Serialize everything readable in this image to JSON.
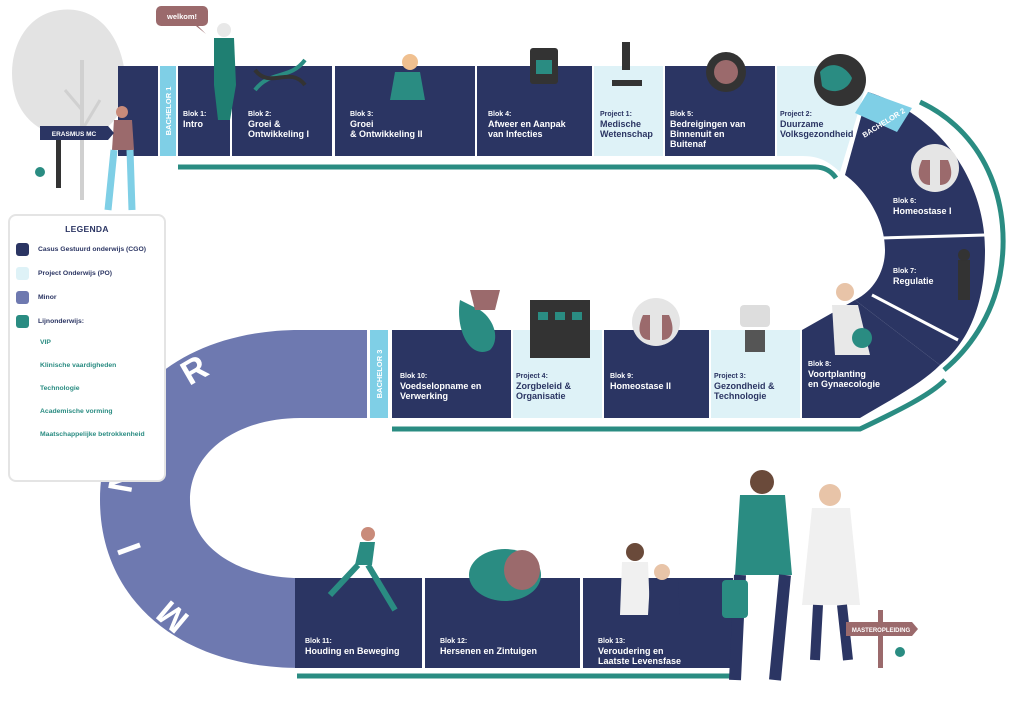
{
  "welcome": "welkom!",
  "signs": {
    "erasmus": "ERASMUS MC",
    "master": "MASTEROPLEIDING"
  },
  "bachelors": {
    "b1": "BACHELOR 1",
    "b2": "BACHELOR 2",
    "b3": "BACHELOR 3"
  },
  "minor": "MINOR",
  "blocks": {
    "blok1": {
      "label": "Blok 1:",
      "line1": "Intro",
      "line2": "",
      "line3": ""
    },
    "blok2": {
      "label": "Blok 2:",
      "line1": "Groei &",
      "line2": "Ontwikkeling I",
      "line3": ""
    },
    "blok3": {
      "label": "Blok 3:",
      "line1": "Groei",
      "line2": "& Ontwikkeling II",
      "line3": ""
    },
    "blok4": {
      "label": "Blok 4:",
      "line1": "Afweer en Aanpak",
      "line2": "van Infecties",
      "line3": ""
    },
    "project1": {
      "label": "Project 1:",
      "line1": "Medische",
      "line2": "Wetenschap",
      "line3": ""
    },
    "blok5": {
      "label": "Blok 5:",
      "line1": "Bedreigingen van",
      "line2": "Binnenuit en",
      "line3": "Buitenaf"
    },
    "project2": {
      "label": "Project 2:",
      "line1": "Duurzame",
      "line2": "Volksgezondheid",
      "line3": ""
    },
    "blok6": {
      "label": "Blok 6:",
      "line1": "Homeostase I",
      "line2": "",
      "line3": ""
    },
    "blok7": {
      "label": "Blok 7:",
      "line1": "Regulatie",
      "line2": "",
      "line3": ""
    },
    "blok8": {
      "label": "Blok 8:",
      "line1": "Voortplanting",
      "line2": "en Gynaecologie",
      "line3": ""
    },
    "project3": {
      "label": "Project 3:",
      "line1": "Gezondheid &",
      "line2": "Technologie",
      "line3": ""
    },
    "blok9": {
      "label": "Blok 9:",
      "line1": "Homeostase II",
      "line2": "",
      "line3": ""
    },
    "project4": {
      "label": "Project 4:",
      "line1": "Zorgbeleid &",
      "line2": "Organisatie",
      "line3": ""
    },
    "blok10": {
      "label": "Blok 10:",
      "line1": "Voedselopname en",
      "line2": "Verwerking",
      "line3": ""
    },
    "blok11": {
      "label": "Blok 11:",
      "line1": "Houding en Beweging",
      "line2": "",
      "line3": ""
    },
    "blok12": {
      "label": "Blok 12:",
      "line1": "Hersenen en Zintuigen",
      "line2": "",
      "line3": ""
    },
    "blok13": {
      "label": "Blok 13:",
      "line1": "Veroudering en",
      "line2": "Laatste Levensfase",
      "line3": ""
    }
  },
  "legend": {
    "title": "LEGENDA",
    "items": [
      {
        "label": "Casus Gestuurd onderwijs (CGO)",
        "color": "#2b3563"
      },
      {
        "label": "Project Onderwijs (PO)",
        "color": "#def2f7"
      },
      {
        "label": "Minor",
        "color": "#6e79b0"
      },
      {
        "label": "Lijnonderwijs:",
        "color": "#2a8c82"
      }
    ],
    "subitems": [
      "VIP",
      "Klinische vaardigheden",
      "Technologie",
      "Academische vorming",
      "Maatschappelijke betrokkenheid"
    ]
  },
  "colors": {
    "navy": "#2b3563",
    "light": "#def2f7",
    "minor": "#6e79b0",
    "teal": "#2a8c82",
    "cyan": "#7fcfe6",
    "sign": "#9b6a6c"
  }
}
